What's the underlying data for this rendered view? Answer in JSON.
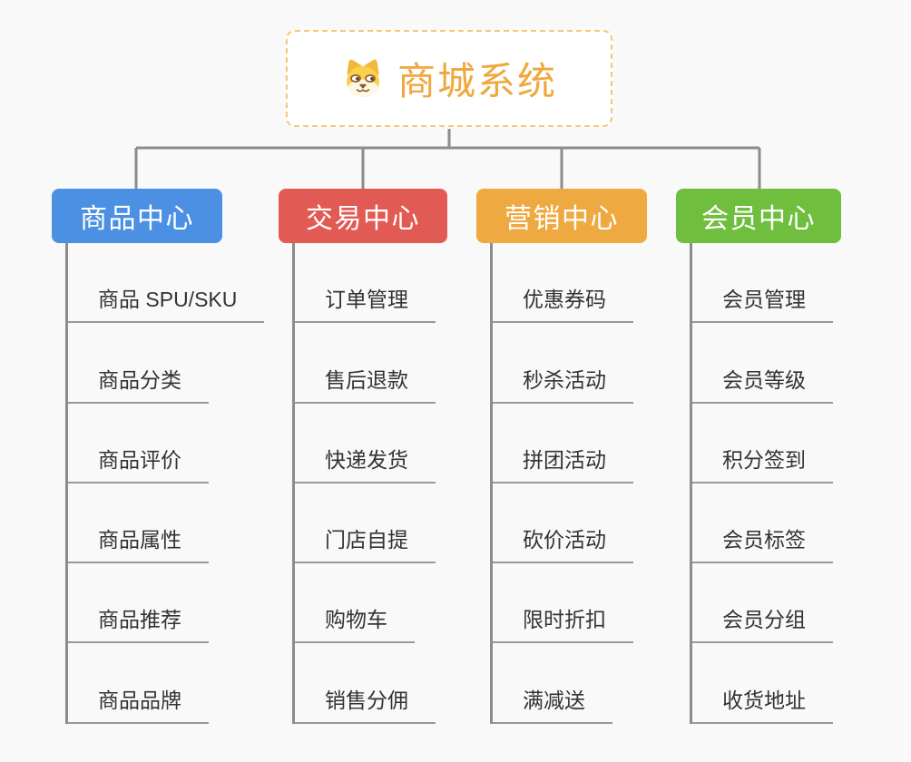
{
  "root": {
    "title": "商城系统",
    "icon": "dog-face-icon"
  },
  "branches": [
    {
      "label": "商品中心",
      "color": "#4B90E2",
      "children": [
        "商品 SPU/SKU",
        "商品分类",
        "商品评价",
        "商品属性",
        "商品推荐",
        "商品品牌"
      ]
    },
    {
      "label": "交易中心",
      "color": "#E25A54",
      "children": [
        "订单管理",
        "售后退款",
        "快递发货",
        "门店自提",
        "购物车",
        "销售分佣"
      ]
    },
    {
      "label": "营销中心",
      "color": "#EFA941",
      "children": [
        "优惠券码",
        "秒杀活动",
        "拼团活动",
        "砍价活动",
        "限时折扣",
        "满减送"
      ]
    },
    {
      "label": "会员中心",
      "color": "#6FBE3E",
      "children": [
        "会员管理",
        "会员等级",
        "积分签到",
        "会员标签",
        "会员分组",
        "收货地址"
      ]
    }
  ],
  "colors": {
    "background": "#F9F9F9",
    "connector": "#8C8C8C",
    "underline": "#999999",
    "leaf_text": "#333333",
    "root_text": "#F0A73C",
    "root_border": "#F5C878"
  }
}
